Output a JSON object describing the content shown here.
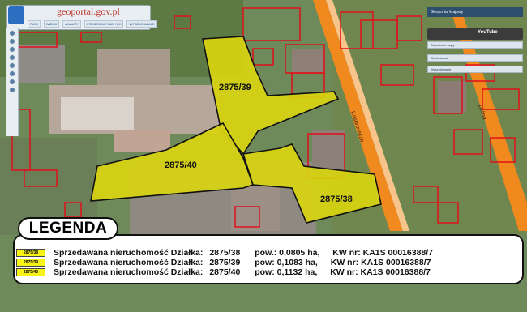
{
  "header": {
    "logo_text": "geoportal.gov.pl",
    "menu": [
      "PLIKI",
      "WIDOK",
      "ANALIZY",
      "POBIERANIE DANYCH",
      "WYSZUKIWANIE"
    ]
  },
  "right_panel": {
    "title": "Geoportal krajowy",
    "youtube": "YouTube",
    "rows": [
      "Zawartość mapy",
      "Szkicowanie",
      "Wyszukiwanie"
    ]
  },
  "map_labels": {
    "parcels": [
      "2875/39",
      "2875/40",
      "2875/38"
    ],
    "streets": [
      "Kasprowicza",
      "Leśna"
    ]
  },
  "legend": {
    "title": "LEGENDA",
    "items": [
      {
        "badge": "2875/38",
        "text": "Sprzedawana nieruchomość Działka:",
        "parcel": "2875/38",
        "area": "pow.: 0,0805 ha,",
        "kw": "KW nr: KA1S 00016388/7"
      },
      {
        "badge": "2875/39",
        "text": "Sprzedawana nieruchomość Działka:",
        "parcel": "2875/39",
        "area": "pow:  0,1083 ha,",
        "kw": "KW nr: KA1S 00016388/7"
      },
      {
        "badge": "2875/40",
        "text": "Sprzedawana nieruchomość Działka:",
        "parcel": "2875/40",
        "area": "pow:  0,1132 ha,",
        "kw": "KW nr: KA1S 00016388/7"
      }
    ]
  },
  "colors": {
    "parcel_fill": "#d8d410",
    "street_orange": "#f08a1f",
    "boundary_red": "#e0101a"
  }
}
